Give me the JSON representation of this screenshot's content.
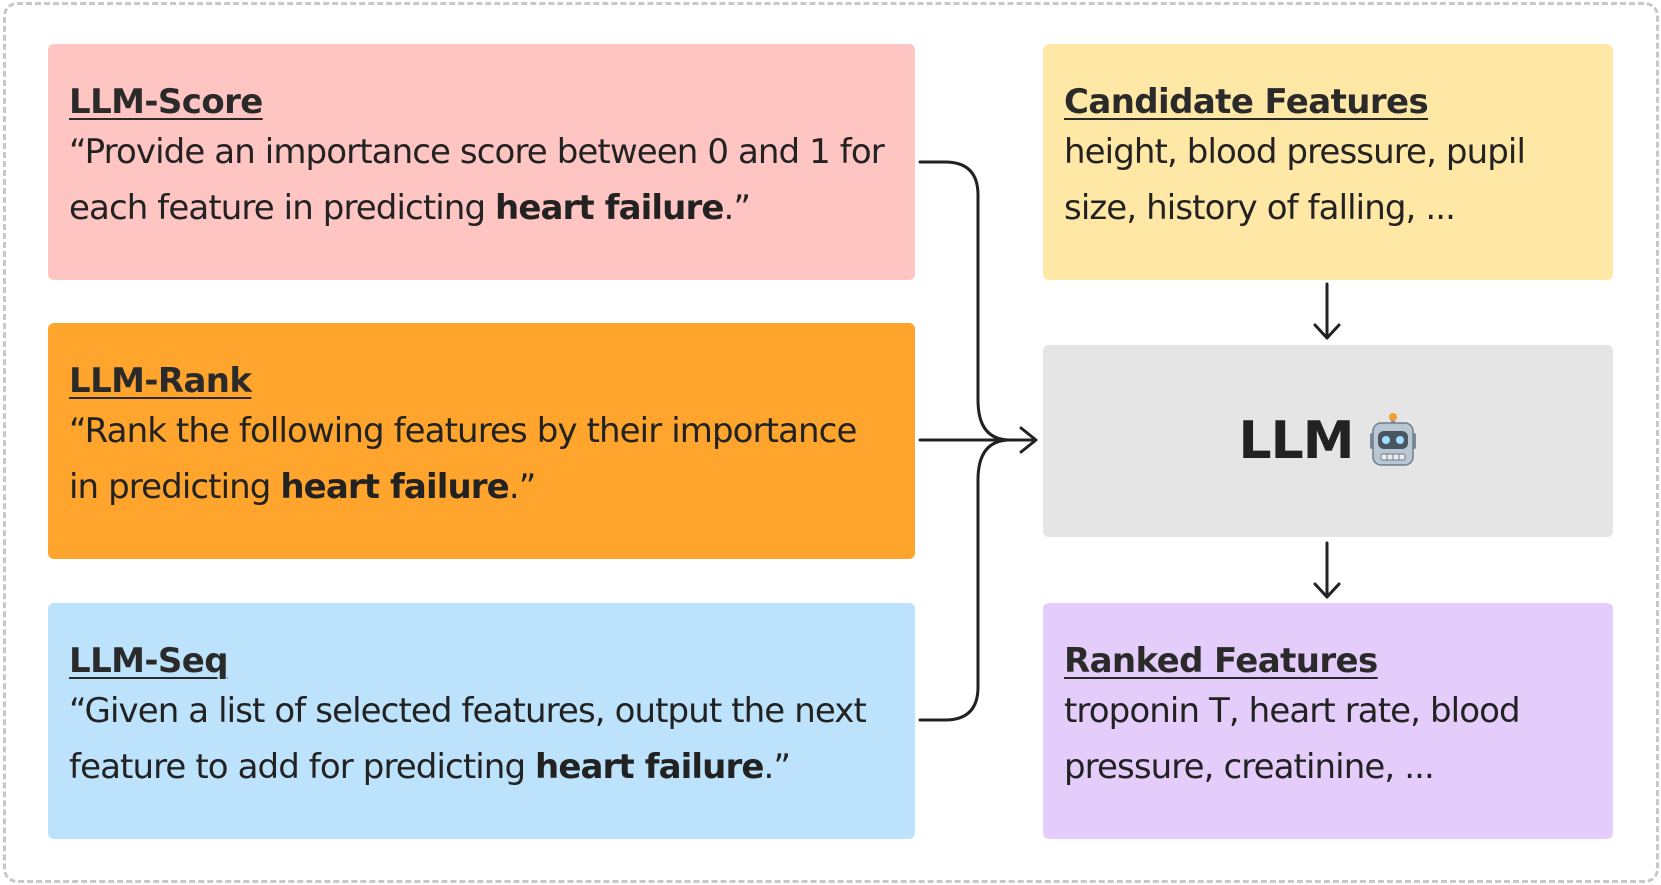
{
  "methods": [
    {
      "title": "LLM-Score",
      "prompt_pre": "“Provide an importance score between 0 and 1 for each feature in predicting ",
      "prompt_bold": "heart failure",
      "prompt_post": ".”"
    },
    {
      "title": "LLM-Rank",
      "prompt_pre": "“Rank the following features by their importance in predicting ",
      "prompt_bold": "heart failure",
      "prompt_post": ".”"
    },
    {
      "title": "LLM-Seq",
      "prompt_pre": "“Given a list of selected features, output the next feature to add for predicting ",
      "prompt_bold": "heart failure",
      "prompt_post": ".”"
    }
  ],
  "candidate": {
    "title": "Candidate Features",
    "text": "height, blood pressure, pupil size, history of falling, ..."
  },
  "llm": {
    "label": "LLM",
    "icon": "robot-icon"
  },
  "ranked": {
    "title": "Ranked Features",
    "text": "troponin T, heart rate, blood pressure, creatinine, ..."
  },
  "colors": {
    "score_bg": "#ffc5c2",
    "rank_bg": "#ffa42c",
    "seq_bg": "#bde2fb",
    "candidate_bg": "#ffe8a6",
    "llm_bg": "#e5e5e5",
    "ranked_bg": "#e5cdfb",
    "arrow": "#222222",
    "frame_border": "#c8c8c8"
  }
}
